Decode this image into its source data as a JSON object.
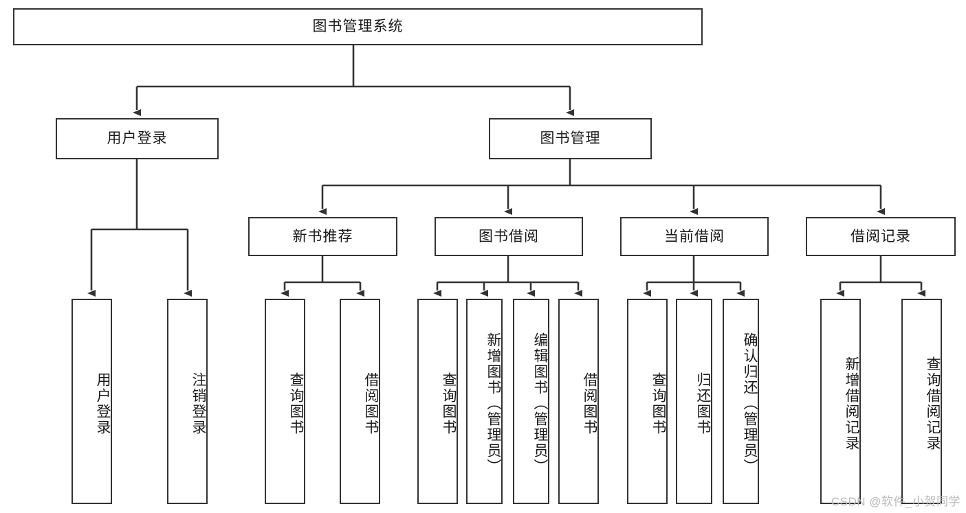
{
  "diagram": {
    "type": "tree",
    "title": "图书管理系统",
    "orientation": "top-down",
    "style": {
      "box_stroke": "#333333",
      "box_fill": "#ffffff",
      "connector_color": "#333333",
      "text_color": "#1a1a1a",
      "background": "#ffffff"
    },
    "root": {
      "label": "图书管理系统",
      "level": 1
    },
    "level2": [
      {
        "label": "用户登录",
        "level": 2
      },
      {
        "label": "图书管理",
        "level": 2
      }
    ],
    "level3": [
      {
        "label": "新书推荐",
        "level": 3,
        "parent": "图书管理"
      },
      {
        "label": "图书借阅",
        "level": 3,
        "parent": "图书管理"
      },
      {
        "label": "当前借阅",
        "level": 3,
        "parent": "图书管理"
      },
      {
        "label": "借阅记录",
        "level": 3,
        "parent": "图书管理"
      }
    ],
    "leaves": [
      {
        "label": "用户登录",
        "parent": "用户登录",
        "orientation": "vertical"
      },
      {
        "label": "注销登录",
        "parent": "用户登录",
        "orientation": "vertical"
      },
      {
        "label": "查询图书",
        "parent": "新书推荐",
        "orientation": "vertical"
      },
      {
        "label": "借阅图书",
        "parent": "新书推荐",
        "orientation": "vertical"
      },
      {
        "label": "查询图书",
        "parent": "图书借阅",
        "orientation": "vertical"
      },
      {
        "label": "新增图书（管理员）",
        "parent": "图书借阅",
        "orientation": "vertical"
      },
      {
        "label": "编辑图书（管理员）",
        "parent": "图书借阅",
        "orientation": "vertical"
      },
      {
        "label": "借阅图书",
        "parent": "图书借阅",
        "orientation": "vertical"
      },
      {
        "label": "查询图书",
        "parent": "当前借阅",
        "orientation": "vertical"
      },
      {
        "label": "归还图书",
        "parent": "当前借阅",
        "orientation": "vertical"
      },
      {
        "label": "确认归还（管理员）",
        "parent": "当前借阅",
        "orientation": "vertical"
      },
      {
        "label": "新增借阅记录",
        "parent": "借阅记录",
        "orientation": "vertical"
      },
      {
        "label": "查询借阅记录",
        "parent": "借阅记录",
        "orientation": "vertical"
      }
    ]
  },
  "watermark": {
    "text": "CSDN @软件_小贺同学"
  }
}
